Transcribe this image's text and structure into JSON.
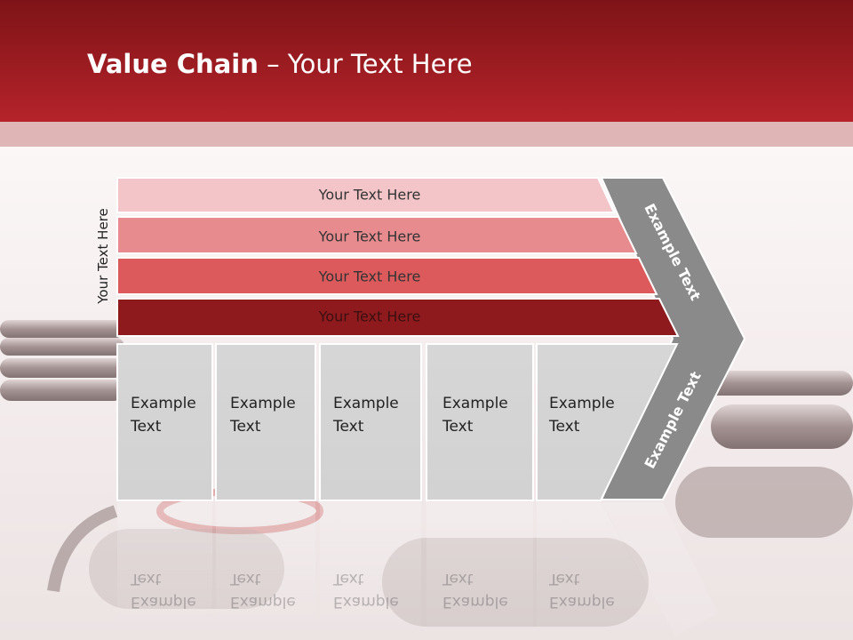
{
  "header": {
    "title_bold": "Value Chain",
    "title_rest": " – Your Text Here",
    "colors": {
      "dark": "#7e1417",
      "light": "#b5232a",
      "band": "#dfb5b5"
    }
  },
  "side_label": "Your Text Here",
  "support_rows": [
    {
      "label": "Your Text Here",
      "color": "#f4c5c8"
    },
    {
      "label": "Your Text Here",
      "color": "#e88b8e"
    },
    {
      "label": "Your Text Here",
      "color": "#dc5a5c"
    },
    {
      "label": "Your Text Here",
      "color": "#8e1a1d"
    }
  ],
  "primary_activities": [
    {
      "line1": "Example",
      "line2": "Text"
    },
    {
      "line1": "Example",
      "line2": "Text"
    },
    {
      "line1": "Example",
      "line2": "Text"
    },
    {
      "line1": "Example",
      "line2": "Text"
    },
    {
      "line1": "Example",
      "line2": "Text"
    }
  ],
  "chevron": {
    "upper_label": "Example Text",
    "lower_label": "Example Text",
    "color": "#8a8a8a"
  }
}
